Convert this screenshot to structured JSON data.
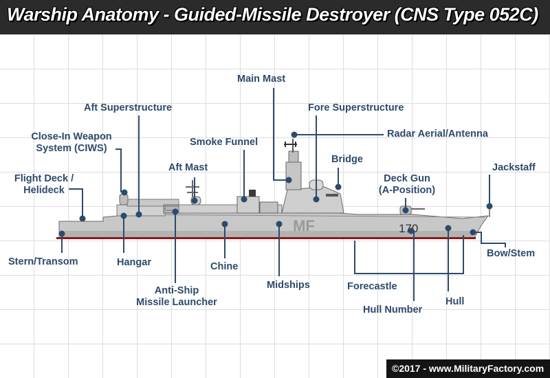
{
  "title": "Warship Anatomy - Guided-Missile Destroyer (CNS Type 052C)",
  "hull_number": "170",
  "ship_logo_text": "MF",
  "copyright": "©2017 - www.MilitaryFactory.com",
  "colors": {
    "label": "#2d4a6b",
    "leader": "#2d4a6b",
    "hull": "#c8c8c8",
    "waterline": "#8b1a1a",
    "header": "#2b2b2b"
  },
  "labels": {
    "main_mast": "Main Mast",
    "aft_superstructure": "Aft Superstructure",
    "fore_superstructure": "Fore Superstructure",
    "ciws_1": "Close-In Weapon",
    "ciws_2": "System (CIWS)",
    "smoke_funnel": "Smoke Funnel",
    "radar": "Radar Aerial/Antenna",
    "bridge": "Bridge",
    "aft_mast": "Aft Mast",
    "flight_deck_1": "Flight Deck /",
    "flight_deck_2": "Helideck",
    "deck_gun_1": "Deck Gun",
    "deck_gun_2": "(A-Position)",
    "jackstaff": "Jackstaff",
    "stern": "Stern/Transom",
    "hangar": "Hangar",
    "chine": "Chine",
    "midships": "Midships",
    "bow": "Bow/Stem",
    "forecastle": "Forecastle",
    "hull": "Hull",
    "anti_ship_1": "Anti-Ship",
    "anti_ship_2": "Missile Launcher",
    "hull_number": "Hull Number"
  }
}
